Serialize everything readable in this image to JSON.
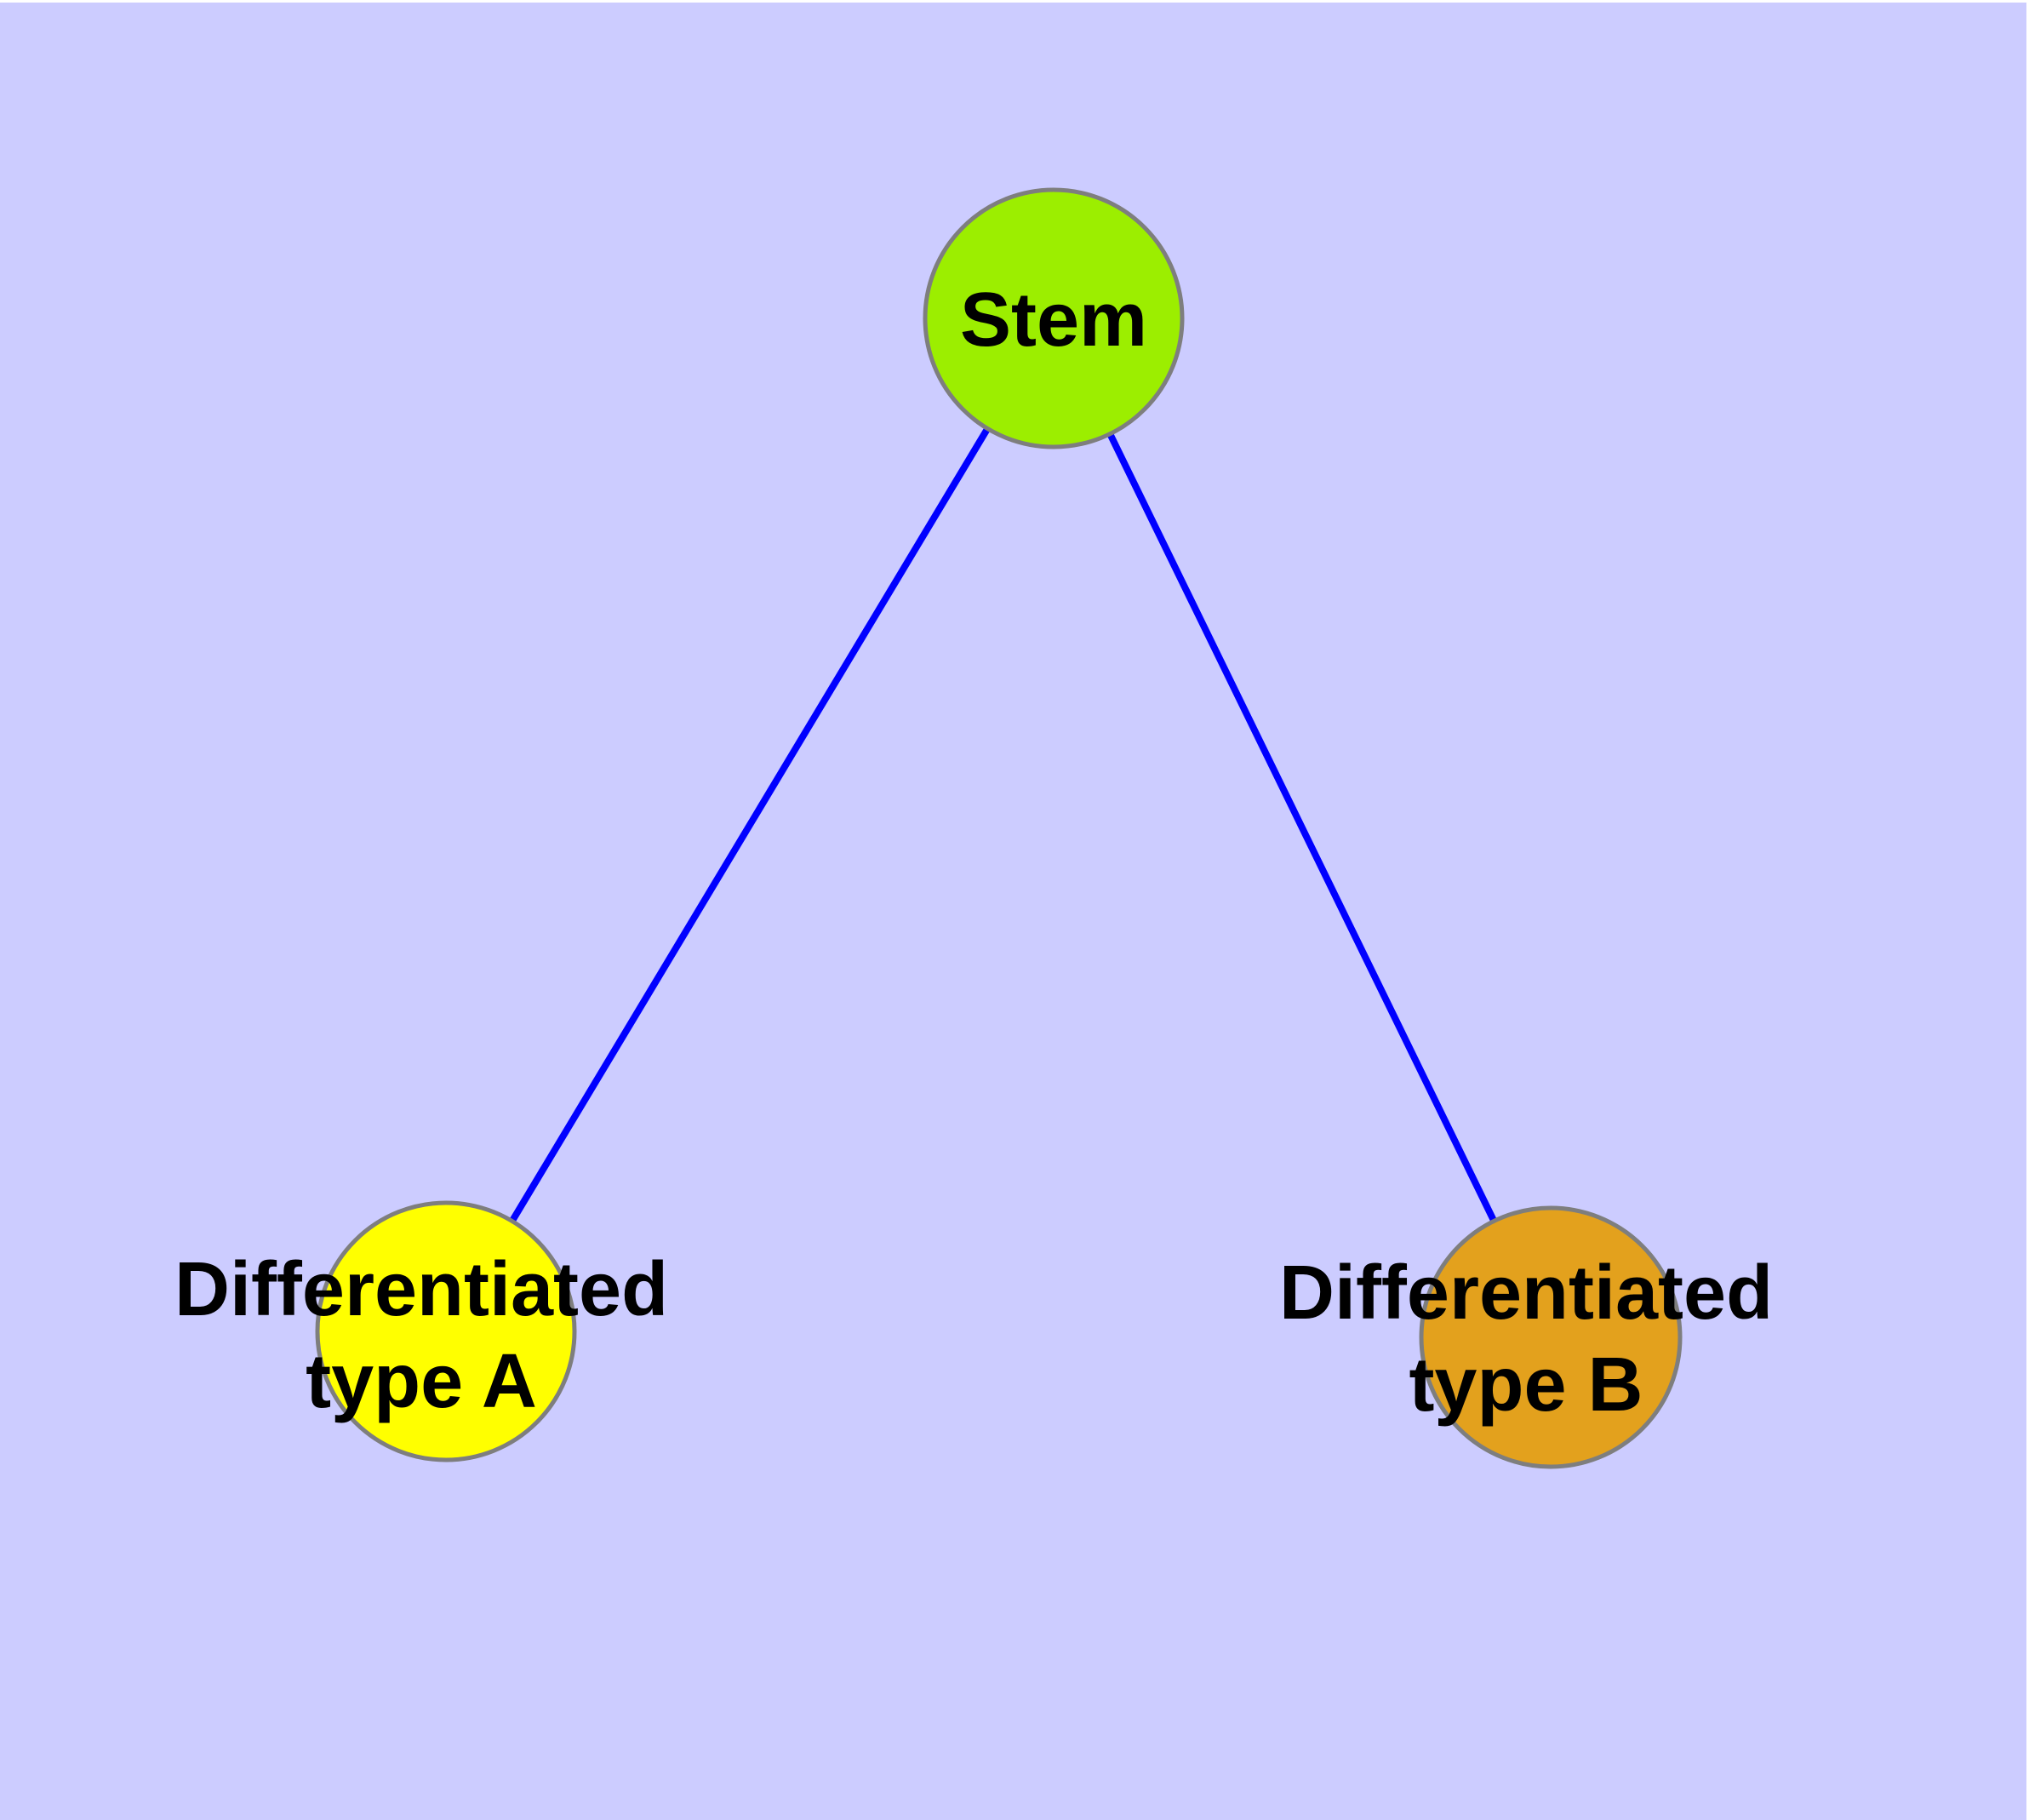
{
  "diagram": {
    "type": "graph",
    "background_color": "#ccccff",
    "frame_color": "#ffffff",
    "edge_color": "#0000ff",
    "node_border_color": "#7e7e7e",
    "label_color": "#000000",
    "nodes": [
      {
        "id": "stem",
        "label": "Stem",
        "fill": "#9cee00"
      },
      {
        "id": "differentiated-type-a",
        "label": "Differentiated type A",
        "label_line1": "Differentiated",
        "label_line2": "type A",
        "fill": "#ffff00"
      },
      {
        "id": "differentiated-type-b",
        "label": "Differentiated type B",
        "label_line1": "Differentiated",
        "label_line2": "type B",
        "fill": "#e3a11d"
      }
    ],
    "edges": [
      {
        "from": "stem",
        "to": "differentiated-type-a"
      },
      {
        "from": "stem",
        "to": "differentiated-type-b"
      }
    ]
  }
}
